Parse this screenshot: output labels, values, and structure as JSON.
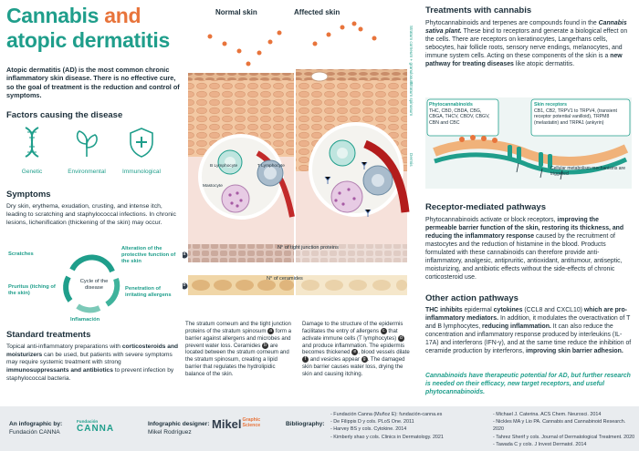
{
  "title": {
    "line1_a": "Cannabis",
    "line1_b": "and",
    "line2": "atopic dermatitis"
  },
  "intro": "Atopic dermatitis (AD) is the most common chronic inflammatory skin disease. There is no effective cure, so the goal of treatment is the reduction and control of symptoms.",
  "factors": {
    "heading": "Factors causing the disease",
    "items": [
      {
        "label": "Genetic",
        "icon": "dna-icon"
      },
      {
        "label": "Environmental",
        "icon": "leaves-icon"
      },
      {
        "label": "Immunological",
        "icon": "shield-plus-icon"
      }
    ]
  },
  "symptoms": {
    "heading": "Symptoms",
    "text": "Dry skin, erythema, exudation, crusting, and intense itch, leading to scratching and staphylococcal infections. In chronic lesions, lichenification (thickening of the skin) may occur."
  },
  "cycle": {
    "center": "Cycle of the disease",
    "scratches": "Scratches",
    "alteration": "Alteration of the protective function of the skin",
    "penetration": "Penetration of irritating allergens",
    "inflammation": "Inflamación",
    "pruritus": "Pruritus (itching of the skin)"
  },
  "standard": {
    "heading": "Standard treatments",
    "t1": "Topical anti-inflammatory preparations with ",
    "b1": "corticosteroids and moisturizers",
    "t2": " can be used, but patients with severe symptoms may require systemic treatment with strong ",
    "b2": "immunosuppressants and antibiotics",
    "t3": " to prevent infection by staphylococcal bacteria."
  },
  "diagram": {
    "normal_label": "Normal skin",
    "affected_label": "Affected skin",
    "stratum_corneum": "Stratum corneum",
    "stratum_granulosum": "+ granulosum",
    "stratum_spinosum": "Stratum spinosum",
    "dermis": "Dermis",
    "lymphocyte": "B Lymphocyte",
    "t_lymphocyte": "T Lymphocyte",
    "mastocyte": "Mastocyte",
    "tight_junction": "N° of tight junction proteins",
    "ceramides": "N° of ceramides",
    "marker_a": "a",
    "marker_b": "b"
  },
  "desc_left": {
    "p1": "The stratum corneum and the tight junction proteins of the stratum spinosum ",
    "m1": "a",
    "p2": " form a barrier against allergens and microbes and prevent water loss. Ceramides ",
    "m2": "b",
    "p3": " are located between the stratum corneum and the stratum spinosum, creating a lipid barrier that regulates the hydrolipidic balance of the skin."
  },
  "desc_right": {
    "p1": "Damage to the structure of the epidermis facilitates the entry of allergens ",
    "m1": "c",
    "p2": " that activate immune cells (T lymphocytes) ",
    "m2": "d",
    "p3": " and produce inflammation. The epidermis becomes thickened ",
    "m3": "e",
    "p4": ", blood vessels dilate ",
    "m4": "f",
    "p5": " and vesicles appear ",
    "m5": "g",
    "p6": ". The damaged skin barrier causes water loss, drying the skin and causing itching."
  },
  "treatments": {
    "heading": "Treatments with cannabis",
    "t1": "Phytocannabinoids and terpenes are compounds found in the ",
    "i1": "Cannabis sativa plant.",
    "t2": " These bind to receptors and generate a biological effect on the cells. There are receptors on keratinocytes, Langerhans cells, sebocytes, hair follicle roots, sensory nerve endings, melanocytes, and immune system cells. Acting on these components of the skin is a ",
    "b1": "new pathway for treating diseases",
    "t3": " like atopic dermatitis."
  },
  "panel": {
    "phyto_h": "Phytocannabinoids",
    "phyto_t": "THC, CBD, CBDA, CBG, CBGA, THCV, CBDV, CBGV, CBN and CBC",
    "rec_h": "Skin receptors",
    "rec_t": "CB1, CB2, TRPV1 to TRPV4, (transient receptor potential vanilloid), TRPM8 (melastatin) and TRPA1 (ankyrin)",
    "cellular": "Cellular metabolism mechanisms are triggered"
  },
  "receptor": {
    "heading": "Receptor-mediated pathways",
    "t1": "Phytocannabinoids activate or block receptors, ",
    "b1": "improving the permeable barrier function of the skin, restoring its thickness, and reducing the inflammatory response",
    "t2": " caused by the recruitment of mastocytes and the reduction of histamine in the blood. Products formulated with these cannabinoids can therefore provide anti-inflammatory, analgesic, antipruritic, antioxidant, antitumour, antiseptic, moisturizing, and antibiotic effects without the side-effects of chronic corticosteroid use."
  },
  "other": {
    "heading": "Other action pathways",
    "b1": "THC inhibits",
    "t1": " epidermal ",
    "b2": "cytokines",
    "t2": " (CCL8 and CXCL10) ",
    "b3": "which are pro-inflammatory mediators.",
    "t3": " In addition, it modulates the overactivation of T and B lymphocytes, ",
    "b4": "reducing inflammation.",
    "t4": " It can also reduce the concentration and inflammatory response produced by interleukins (IL-17A) and interferons (IFN-γ), and at the same time reduce the inhibition of ceramide production by interferons, ",
    "b5": "improving skin barrier adhesion."
  },
  "closing": "Cannabinoids have therapeutic potential for AD, but further research is needed on their efficacy, new target receptors, and useful phytocannabinoids.",
  "footer": {
    "infographic_by": "An infographic by:",
    "infographic_org": "Fundación CANNA",
    "canna_small": "Fundación",
    "canna_big": "CANNA",
    "designer_label": "Infographic designer:",
    "designer_name": "Mikel Rodríguez",
    "mikel_logo": "Mikel",
    "mikel_sub1": "Graphic",
    "mikel_sub2": "Science",
    "bibliography_label": "Bibliography:",
    "refs_left": [
      "- Fundación Canna (Muñoz E): fundación-canna.es",
      "- De Filippis D y cols. PLoS One. 2011",
      "- Harvey BS y cols. Cytokine. 2014",
      "- Kimberly shao y cols. Clinics in Dermatology. 2021"
    ],
    "refs_right": [
      "- Michael J. Caterina. ACS Chem. Neurosci. 2014",
      "- Nickles MA y Lio PA. Cannabis and Cannabinoid Research. 2020",
      "- Tahrez Sherif y cols. Journal of Dermatological Treatment. 2020",
      "- Tawada C y cols. J Invest Dermatol. 2014"
    ]
  },
  "colors": {
    "teal": "#1f9e8b",
    "orange": "#e8743b",
    "dark": "#1c2f3a",
    "skin": "#f0c99a",
    "dermis": "#f6e1da"
  }
}
